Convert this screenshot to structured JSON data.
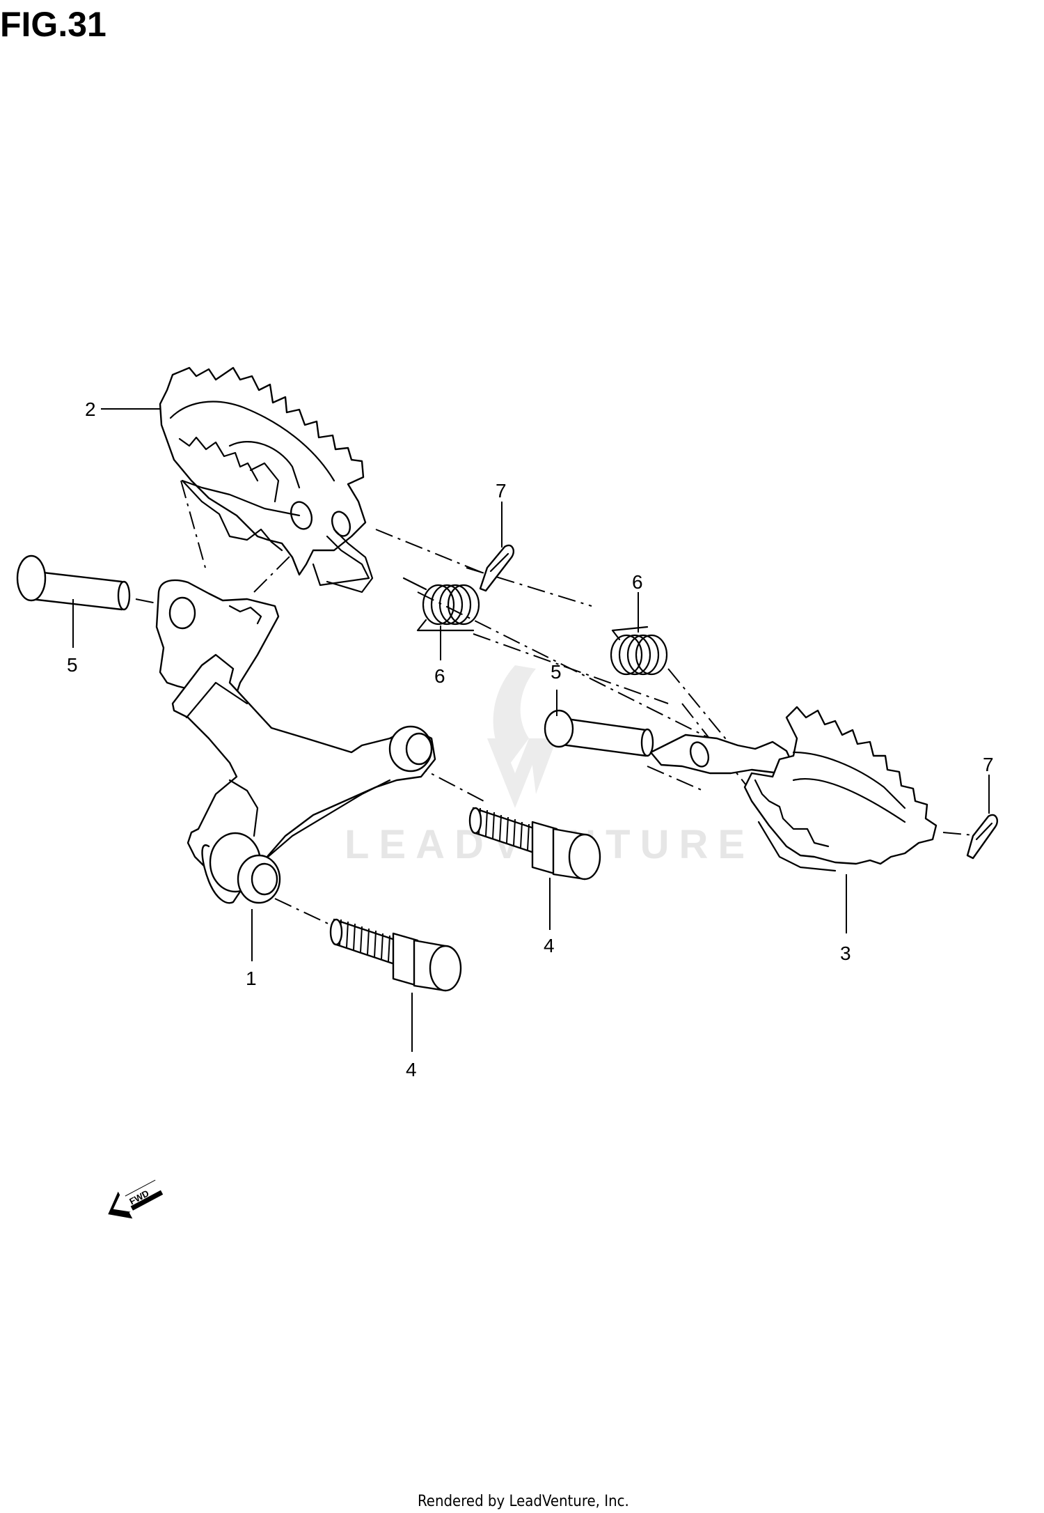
{
  "figure": {
    "title": "FIG.31",
    "watermark": "LEADVENTURE",
    "footer": "Rendered by LeadVenture, Inc.",
    "direction_badge": "FWD"
  },
  "callouts": [
    {
      "id": "c1",
      "label": "1"
    },
    {
      "id": "c2",
      "label": "2"
    },
    {
      "id": "c3",
      "label": "3"
    },
    {
      "id": "c4a",
      "label": "4"
    },
    {
      "id": "c4b",
      "label": "4"
    },
    {
      "id": "c5a",
      "label": "5"
    },
    {
      "id": "c5b",
      "label": "5"
    },
    {
      "id": "c6a",
      "label": "6"
    },
    {
      "id": "c6b",
      "label": "6"
    },
    {
      "id": "c7a",
      "label": "7"
    },
    {
      "id": "c7b",
      "label": "7"
    }
  ],
  "colors": {
    "ink": "#000000",
    "paper": "#ffffff",
    "watermark": "#e6e6e6"
  }
}
